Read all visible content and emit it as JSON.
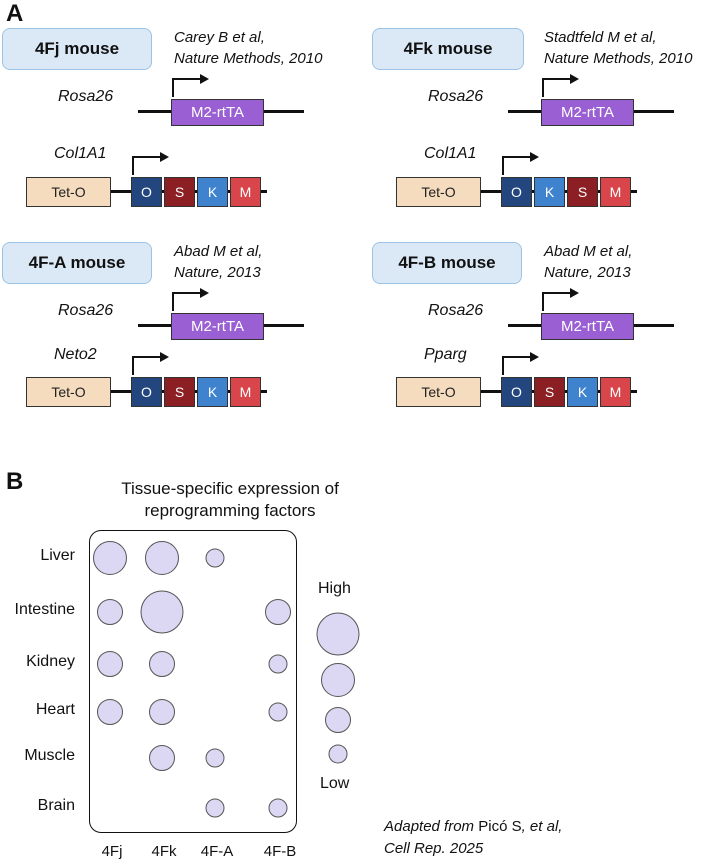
{
  "panel_a": {
    "letter": "A",
    "mice": [
      {
        "name": "4Fj mouse",
        "citation_line1": "Carey B et al,",
        "citation_line2": "Nature Methods, 2010",
        "rosa_label": "Rosa26",
        "rtta_label": "M2-rtTA",
        "locus_label": "Col1A1",
        "tet_label": "Tet-O",
        "factors": [
          "O",
          "S",
          "K",
          "M"
        ]
      },
      {
        "name": "4Fk mouse",
        "citation_line1": "Stadtfeld M et al,",
        "citation_line2": "Nature Methods, 2010",
        "rosa_label": "Rosa26",
        "rtta_label": "M2-rtTA",
        "locus_label": "Col1A1",
        "tet_label": "Tet-O",
        "factors": [
          "O",
          "K",
          "S",
          "M"
        ]
      },
      {
        "name": "4F-A mouse",
        "citation_line1": "Abad M et al,",
        "citation_line2": "Nature, 2013",
        "rosa_label": "Rosa26",
        "rtta_label": "M2-rtTA",
        "locus_label": "Neto2",
        "tet_label": "Tet-O",
        "factors": [
          "O",
          "S",
          "K",
          "M"
        ]
      },
      {
        "name": "4F-B mouse",
        "citation_line1": "Abad M et al,",
        "citation_line2": "Nature, 2013",
        "rosa_label": "Rosa26",
        "rtta_label": "M2-rtTA",
        "locus_label": "Pparg",
        "tet_label": "Tet-O",
        "factors": [
          "O",
          "S",
          "K",
          "M"
        ]
      }
    ],
    "colors": {
      "O": "#24467e",
      "S": "#8c1f24",
      "K": "#3f82cd",
      "M": "#d8454a",
      "rtta": "#9a5fd3",
      "tet": "#f5dcbe",
      "mouse_box": "#dbe9f7"
    }
  },
  "panel_b": {
    "letter": "B",
    "title_line1": "Tissue-specific expression of",
    "title_line2": "reprogramming factors",
    "tissues": [
      "Liver",
      "Intestine",
      "Kidney",
      "Heart",
      "Muscle",
      "Brain"
    ],
    "models": [
      "4Fj",
      "4Fk",
      "4F-A",
      "4F-B"
    ],
    "expression_levels": [
      [
        3,
        3,
        1,
        0
      ],
      [
        2,
        4,
        0,
        2
      ],
      [
        2,
        2,
        0,
        1
      ],
      [
        2,
        2,
        0,
        1
      ],
      [
        0,
        2,
        1,
        0
      ],
      [
        0,
        0,
        1,
        1
      ]
    ],
    "legend_high": "High",
    "legend_low": "Low",
    "legend_levels": [
      4,
      3,
      2,
      1
    ],
    "bubble_color": "#dcd7f2"
  },
  "adapted": {
    "prefix": "Adapted from",
    "author": "Picó S",
    "etal": ", et al,",
    "journal": "Cell Rep. 2025"
  }
}
